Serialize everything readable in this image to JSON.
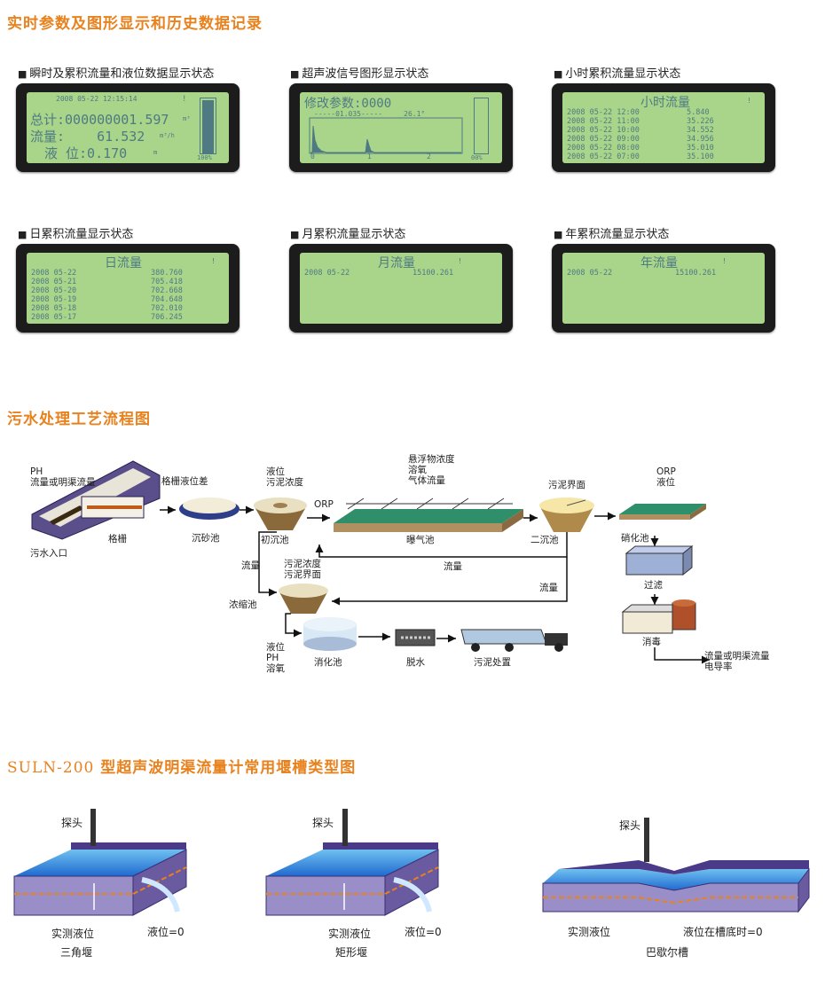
{
  "section1": {
    "title": "实时参数及图形显示和历史数据记录",
    "panels": [
      {
        "caption": "瞬时及累积流量和液位数据显示状态",
        "lines": {
          "date": "2008 05-22 12:15:14",
          "total": "总计:000000001.597",
          "total_unit": "m³",
          "flow": "流量:    61.532",
          "flow_unit": "m³/h",
          "level": "液 位:0.170",
          "level_unit": "m",
          "percent": "100%",
          "mark": "!"
        }
      },
      {
        "caption": "超声波信号图形显示状态",
        "lines": {
          "title": "修改参数:0000",
          "scale": "-----01.035-----     26.1°",
          "ticks": [
            "0",
            "1",
            "2"
          ],
          "percent": "00%"
        }
      },
      {
        "caption": "小时累积流量显示状态",
        "lines": {
          "title": "小时流量",
          "mark": "!",
          "rows": [
            [
              "2008 05-22 12:00",
              "5.840"
            ],
            [
              "2008 05-22 11:00",
              "35.226"
            ],
            [
              "2008 05-22 10:00",
              "34.552"
            ],
            [
              "2008 05-22 09:00",
              "34.956"
            ],
            [
              "2008 05-22 08:00",
              "35.010"
            ],
            [
              "2008 05-22 07:00",
              "35.100"
            ]
          ]
        }
      },
      {
        "caption": "日累积流量显示状态",
        "lines": {
          "title": "日流量",
          "mark": "!",
          "rows": [
            [
              "2008 05-22",
              "380.760"
            ],
            [
              "2008 05-21",
              "705.418"
            ],
            [
              "2008 05-20",
              "702.668"
            ],
            [
              "2008 05-19",
              "704.648"
            ],
            [
              "2008 05-18",
              "702.010"
            ],
            [
              "2008 05-17",
              "706.245"
            ]
          ]
        }
      },
      {
        "caption": "月累积流量显示状态",
        "lines": {
          "title": "月流量",
          "mark": "!",
          "rows": [
            [
              "2008 05-22",
              "15100.261"
            ]
          ]
        }
      },
      {
        "caption": "年累积流量显示状态",
        "lines": {
          "title": "年流量",
          "mark": "!",
          "rows": [
            [
              "2008 05-22",
              "15100.261"
            ]
          ]
        }
      }
    ]
  },
  "section2": {
    "title": "污水处理工艺流程图",
    "labels": {
      "ph_flow": "PH\n流量或明渠流量",
      "grid_level": "格栅液位差",
      "inlet": "污水入口",
      "grid": "格栅",
      "grit": "沉砂池",
      "primary_top": "液位\n污泥浓度",
      "primary": "初沉池",
      "orp1": "ORP",
      "aeration_top": "悬浮物浓度\n溶氧\n气体流量",
      "aeration": "曝气池",
      "sludge_iface": "污泥界面",
      "secondary": "二沉池",
      "orp2": "ORP\n液位",
      "nitrify": "硝化池",
      "filter": "过滤",
      "disinfect": "消毒",
      "final": "流量或明渠流量\n电导率",
      "flow1": "流量",
      "flow2": "流量",
      "flow3": "流量",
      "thick_top": "污泥浓度\n污泥界面",
      "thickener": "浓缩池",
      "digest_left": "液位\nPH\n溶氧",
      "digester": "消化池",
      "dewater": "脱水",
      "disposal": "污泥处置"
    }
  },
  "section3": {
    "title_prefix": "SULN-200",
    "title": "型超声波明渠流量计常用堰槽类型图",
    "weirs": [
      {
        "probe": "探头",
        "measured": "实测液位",
        "zero": "液位=0",
        "name": "三角堰"
      },
      {
        "probe": "探头",
        "measured": "实测液位",
        "zero": "液位=0",
        "name": "矩形堰"
      },
      {
        "probe": "探头",
        "measured": "实测液位",
        "zero": "液位在槽底时=0",
        "name": "巴歇尔槽"
      }
    ]
  },
  "colors": {
    "accent": "#e8821e",
    "lcd_bg": "#a9d58a",
    "lcd_text": "#4f7a83",
    "water": "#2f8fe0",
    "channel": "#7a6aa8"
  }
}
